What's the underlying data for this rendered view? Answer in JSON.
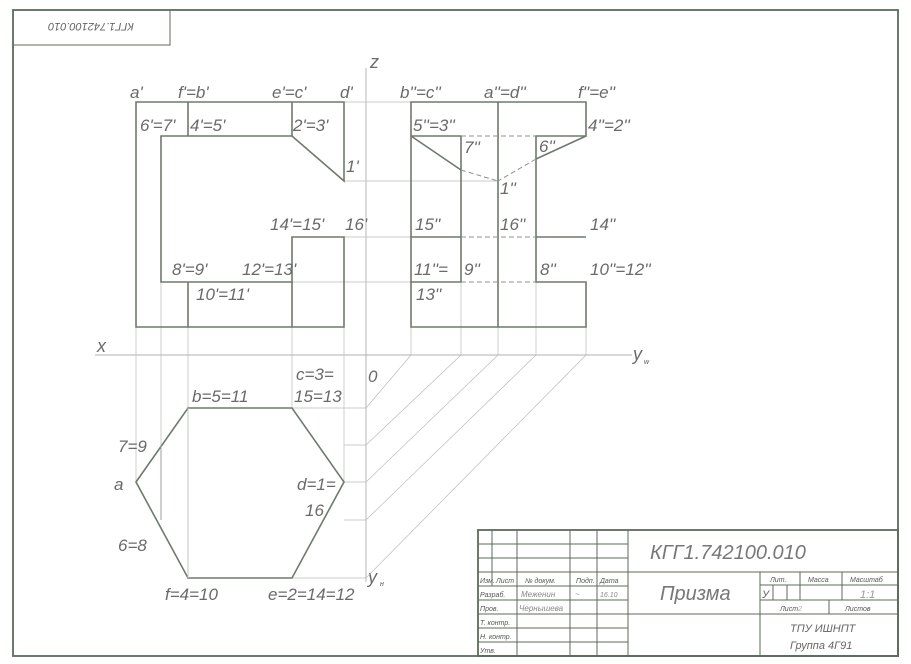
{
  "stamp": "КГГ1.742100.010",
  "axes": {
    "x": "x",
    "z": "z",
    "yw": "y",
    "yw_sub": "w",
    "yh": "y",
    "yh_sub": "н",
    "origin": "0"
  },
  "front_view": {
    "a": "a'",
    "fb": "f'=b'",
    "ec": "e'=c'",
    "d": "d'",
    "p67": "6'=7'",
    "p45": "4'=5'",
    "p23": "2'=3'",
    "p1": "1'",
    "p1415": "14'=15'",
    "p16": "16'",
    "p89": "8'=9'",
    "p1213": "12'=13'",
    "p1011": "10'=11'"
  },
  "side_view": {
    "bc": "b''=c''",
    "ad": "a''=d''",
    "fe": "f''=e''",
    "p53": "5''=3''",
    "p42": "4''=2''",
    "p7": "7''",
    "p6": "6''",
    "p1": "1''",
    "p15": "15''",
    "p16": "16''",
    "p14": "14''",
    "p11": "11''=",
    "p13": "13''",
    "p9": "9''",
    "p8": "8''",
    "p1012": "10''=12''"
  },
  "top_view": {
    "b": "b=5=11",
    "c": "c=3=",
    "c2": "15=13",
    "p79": "7=9",
    "a": "a",
    "d": "d=1=",
    "d2": "16",
    "p68": "6=8",
    "f": "f=4=10",
    "e": "e=2=14=12"
  },
  "title_block": {
    "designation": "КГГ1.742100.010",
    "name": "Призма",
    "headers": {
      "izm": "Изм.",
      "list": "Лист",
      "doc": "№ докум.",
      "sign": "Подп.",
      "date": "Дата"
    },
    "rows": [
      {
        "role": "Разраб.",
        "person": "Меженин",
        "sign": "~",
        "date": "16.10"
      },
      {
        "role": "Пров.",
        "person": "Чернышева"
      },
      {
        "role": "Т. контр."
      },
      {
        "role": "Н. контр."
      },
      {
        "role": "Утв."
      }
    ],
    "lit_label": "Лит.",
    "mass_label": "Масса",
    "scale_label": "Масштаб",
    "lit_value": "У",
    "scale_value": "1:1",
    "sheet_label": "Лист",
    "sheet_value": "2",
    "sheets_label": "Листов",
    "org": "ТПУ ИШНПТ",
    "group": "Группа 4Г91"
  }
}
